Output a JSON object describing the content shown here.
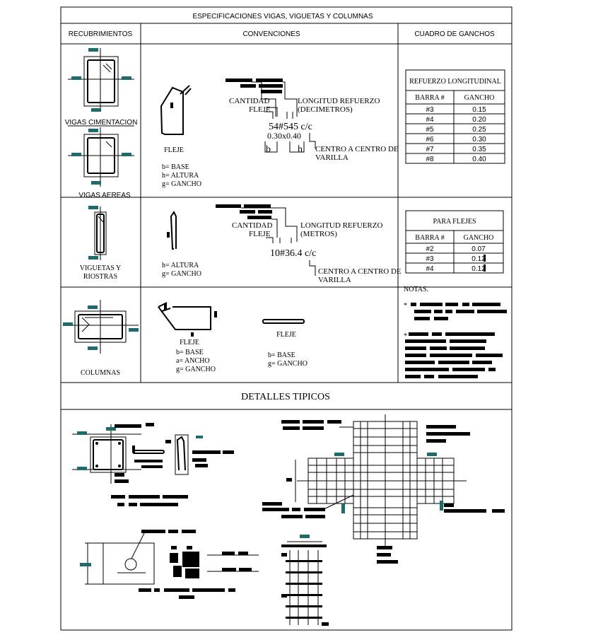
{
  "colors": {
    "accent": "#1f6b6b",
    "line": "#000000",
    "background": "#ffffff"
  },
  "title": "ESPECIFICACIONES VIGAS, VIGUETAS Y COLUMNAS",
  "headers": {
    "recubrimientos": "RECUBRIMIENTOS",
    "convenciones": "CONVENCIONES",
    "cuadro": "CUADRO DE GANCHOS"
  },
  "row1": {
    "viga_cimentacion": "VIGAS CIMENTACION",
    "vigas_aereas": "VIGAS AEREAS",
    "fleje": "FLEJE",
    "b_base": "b= BASE",
    "h_altura": "h= ALTURA",
    "g_gancho": "g= GANCHO",
    "cantidad": "CANTIDAD",
    "fleje_lbl": "FLEJE",
    "longitud": "LONGITUD REFUERZO",
    "decimetros": "(DECIMETROS)",
    "formula": "54#545 c/c",
    "dims": "0.30x0.40",
    "b": "b",
    "h": "h",
    "centro": "CENTRO A CENTRO DE",
    "varilla": "VARILLA"
  },
  "table_long": {
    "title": "REFUERZO LONGITUDINAL",
    "col1": "BARRA #",
    "col2": "GANCHO",
    "rows": [
      [
        "#3",
        "0.15"
      ],
      [
        "#4",
        "0.20"
      ],
      [
        "#5",
        "0.25"
      ],
      [
        "#6",
        "0.30"
      ],
      [
        "#7",
        "0.35"
      ],
      [
        "#8",
        "0.40"
      ]
    ]
  },
  "row2": {
    "viguetas": "VIGUETAS Y",
    "riostras": "RIOSTRAS",
    "h_altura": "h= ALTURA",
    "g_gancho": "g= GANCHO",
    "cantidad": "CANTIDAD",
    "fleje_lbl": "FLEJE",
    "longitud": "LONGITUD REFUERZO",
    "metros": "(METROS)",
    "formula": "10#36.4 c/c",
    "centro": "CENTRO A CENTRO DE",
    "varilla": "VARILLA"
  },
  "table_flejes": {
    "title": "PARA FLEJES",
    "col1": "BARRA #",
    "col2": "GANCHO",
    "rows": [
      [
        "#2",
        "0.07"
      ],
      [
        "#3",
        "0.12"
      ],
      [
        "#4",
        "0.12"
      ]
    ]
  },
  "row3": {
    "columnas": "COLUMNAS",
    "fleje": "FLEJE",
    "b_base": "b= BASE",
    "a_ancho": "a= ANCHO",
    "g_gancho": "g= GANCHO",
    "fleje2": "FLEJE",
    "b_base2": "b= BASE",
    "g_gancho2": "g= GANCHO",
    "notas": "NOTAS.",
    "star1": "*",
    "star2": "*"
  },
  "detalles": "DETALLES TIPICOS"
}
